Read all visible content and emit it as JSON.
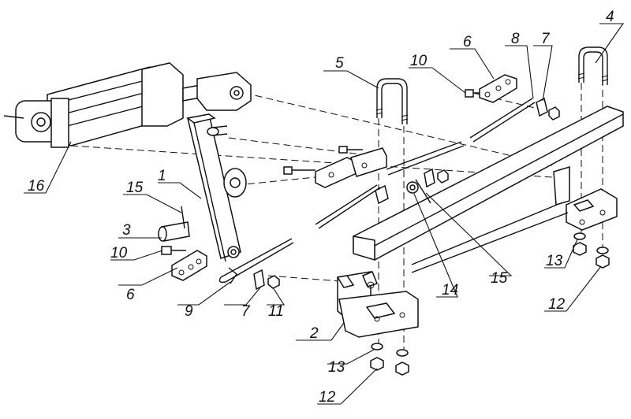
{
  "callouts": [
    {
      "id": "c1",
      "text": "1"
    },
    {
      "id": "c2",
      "text": "2"
    },
    {
      "id": "c3",
      "text": "3"
    },
    {
      "id": "c4",
      "text": "4"
    },
    {
      "id": "c5",
      "text": "5"
    },
    {
      "id": "c6a",
      "text": "6"
    },
    {
      "id": "c6b",
      "text": "6"
    },
    {
      "id": "c7a",
      "text": "7"
    },
    {
      "id": "c7b",
      "text": "7"
    },
    {
      "id": "c8",
      "text": "8"
    },
    {
      "id": "c9",
      "text": "9"
    },
    {
      "id": "c10a",
      "text": "10"
    },
    {
      "id": "c10b",
      "text": "10"
    },
    {
      "id": "c11",
      "text": "11"
    },
    {
      "id": "c12a",
      "text": "12"
    },
    {
      "id": "c12b",
      "text": "12"
    },
    {
      "id": "c13a",
      "text": "13"
    },
    {
      "id": "c13b",
      "text": "13"
    },
    {
      "id": "c14",
      "text": "14"
    },
    {
      "id": "c15a",
      "text": "15"
    },
    {
      "id": "c15b",
      "text": "15"
    },
    {
      "id": "c16",
      "text": "16"
    }
  ]
}
